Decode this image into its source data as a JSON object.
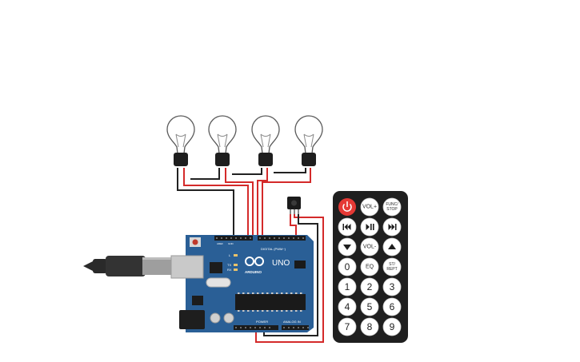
{
  "board": {
    "logo": "ARDUINO",
    "model": "UNO",
    "digital_label": "DIGITAL (PWM~)",
    "power_label": "POWER",
    "analog_label": "ANALOG IN",
    "tx_label": "TX",
    "rx_label": "RX",
    "l_label": "L",
    "aref_label": "AREF",
    "gnd_label": "GND"
  },
  "bulbs": [
    {
      "name": "bulb-1"
    },
    {
      "name": "bulb-2"
    },
    {
      "name": "bulb-3"
    },
    {
      "name": "bulb-4"
    }
  ],
  "remote": {
    "power_icon": "power-icon",
    "vol_up": "VOL+",
    "func_stop_1": "FUNC/",
    "func_stop_2": "STOP",
    "prev_icon": "skip-back-icon",
    "play_pause_icon": "play-pause-icon",
    "next_icon": "skip-forward-icon",
    "down_icon": "arrow-down-icon",
    "vol_down": "VOL-",
    "up_icon": "arrow-up-icon",
    "zero": "0",
    "eq": "EQ",
    "st_rept_1": "ST/",
    "st_rept_2": "REPT",
    "numbers": [
      "1",
      "2",
      "3",
      "4",
      "5",
      "6",
      "7",
      "8",
      "9"
    ]
  },
  "colors": {
    "board": "#2a5f96",
    "wire_red": "#d42a2a",
    "wire_black": "#222222",
    "power_button": "#e53935",
    "remote_body": "#1f1f1f"
  }
}
